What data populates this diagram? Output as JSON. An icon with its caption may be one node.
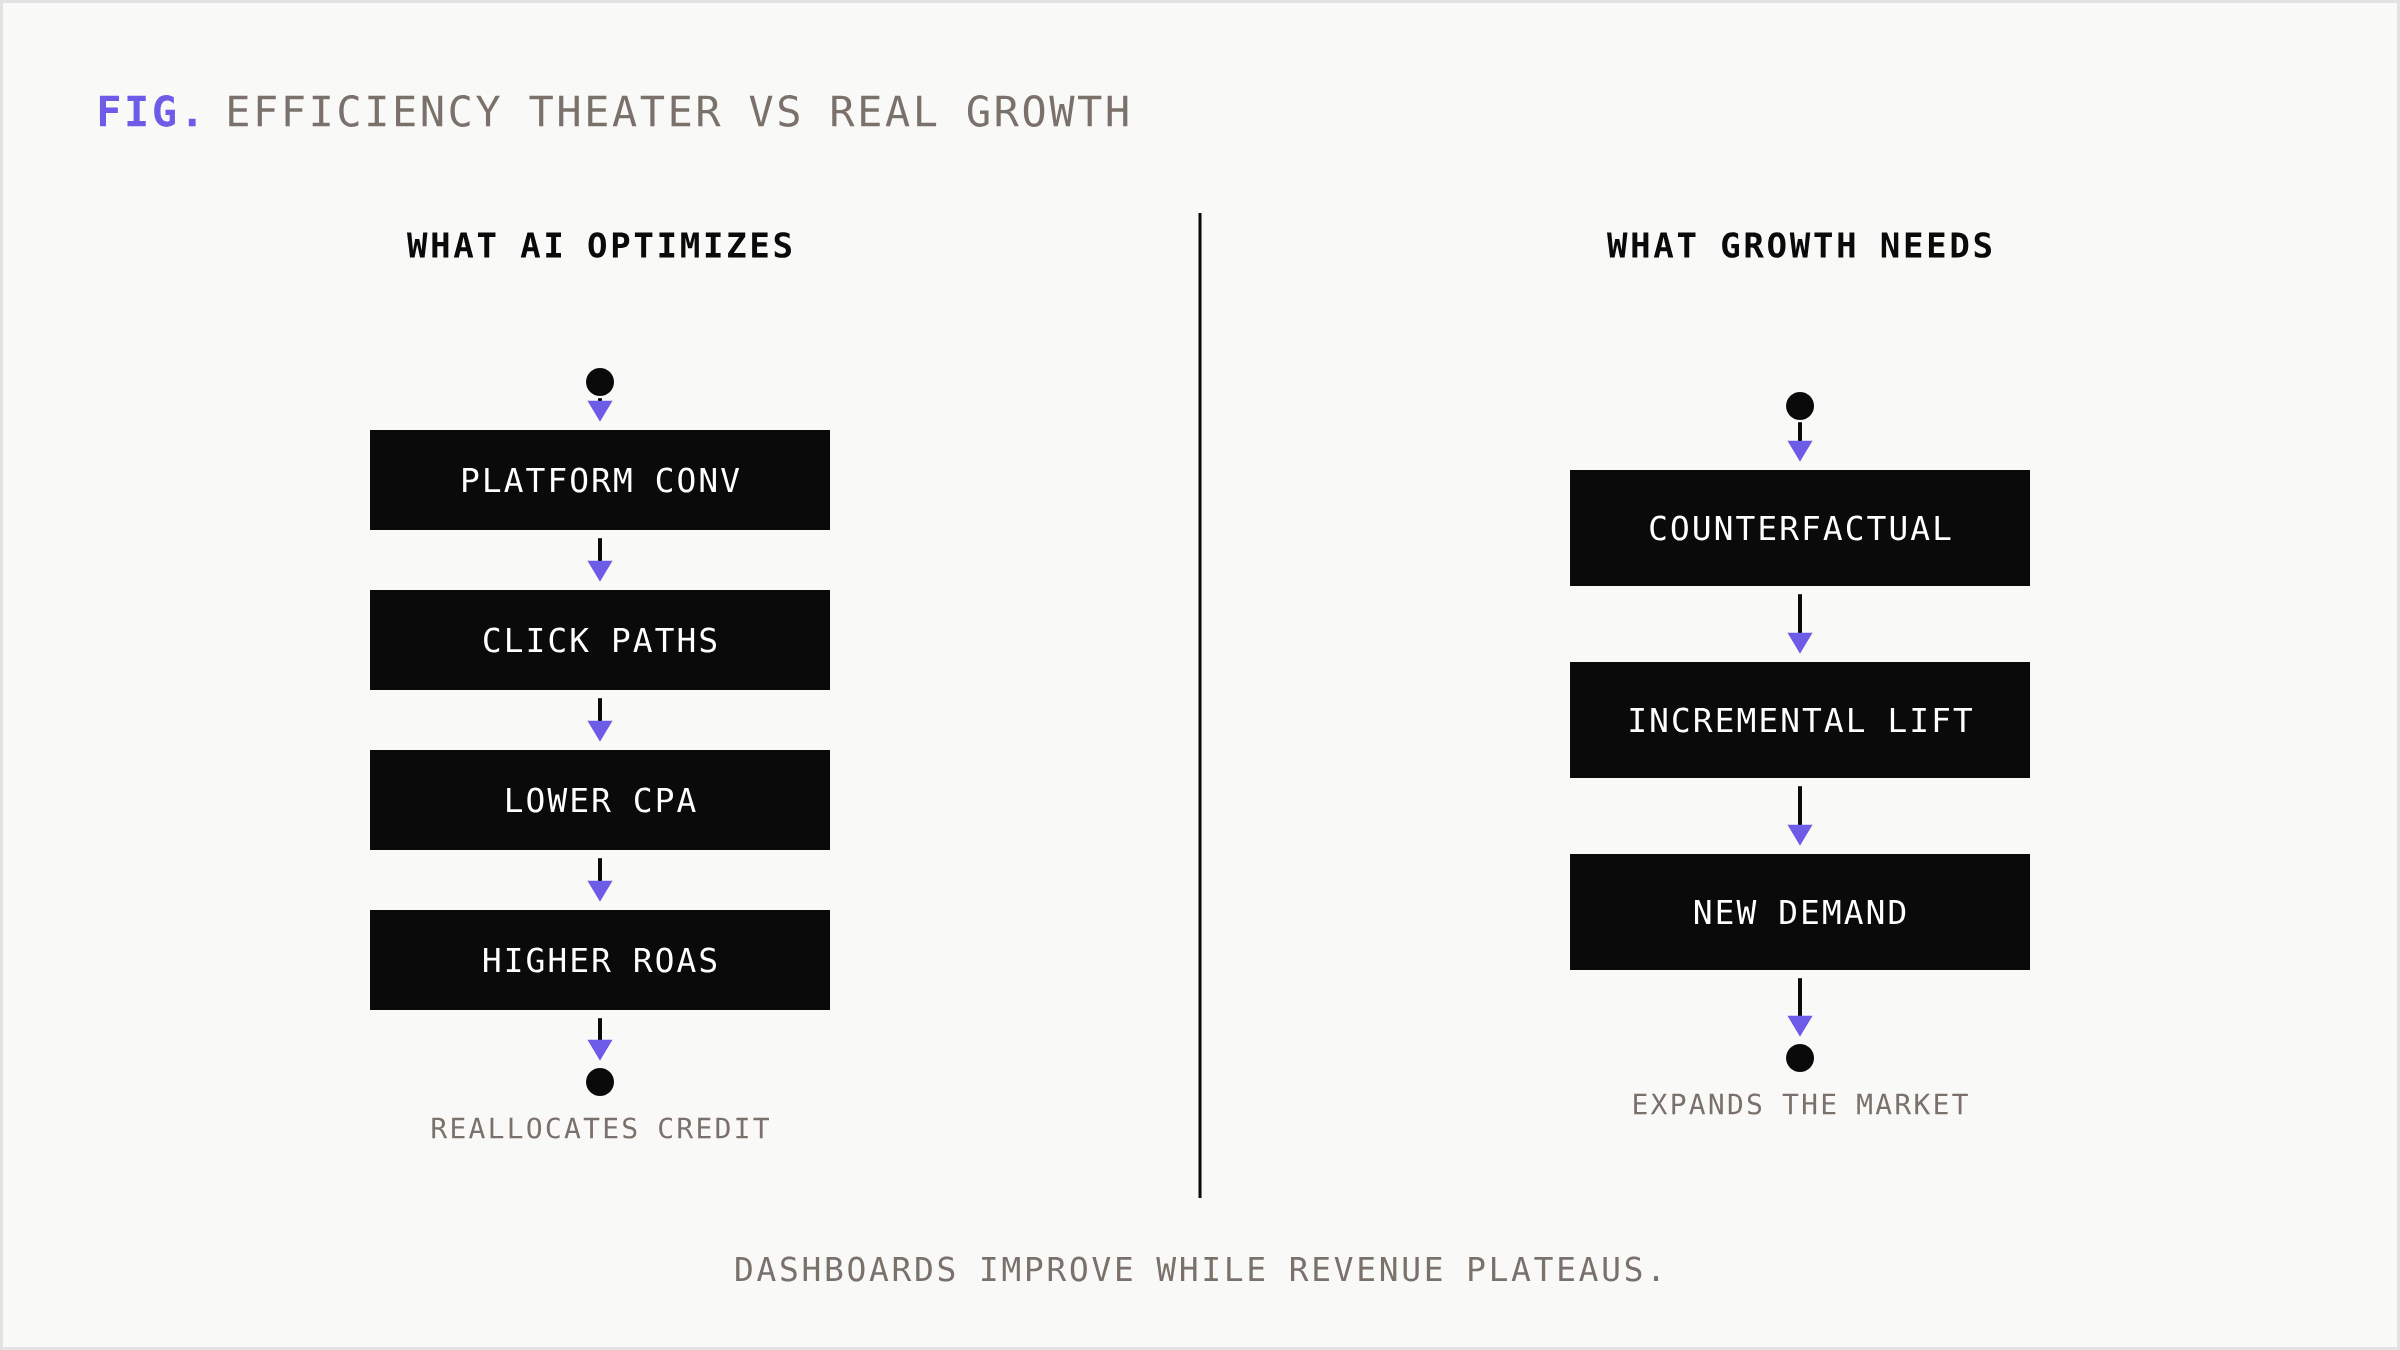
{
  "diagram": {
    "title": "EFFICIENCY THEATER VS REAL GROWTH",
    "caption": "DASHBOARDS IMPROVE WHILE REVENUE PLATEAUS.",
    "nodes": [
      {
        "text": [],
        "shape": "circle"
      },
      {
        "text": [
          "PLATFORM CONV"
        ]
      },
      {
        "text": [
          "CLICK PATHS"
        ]
      },
      {
        "text": [
          "LOWER CPA"
        ]
      },
      {
        "text": [
          "HIGHER ROAS"
        ]
      },
      {
        "text": [],
        "shape": "circle",
        "beside": [
          "REALLOCATES CREDIT"
        ]
      },
      {
        "text": [],
        "shape": "circle"
      },
      {
        "text": [
          "COUNTERFACTUAL"
        ]
      },
      {
        "text": [
          "INCREMENTAL LIFT"
        ]
      },
      {
        "text": [
          "NEW DEMAND"
        ]
      },
      {
        "text": [],
        "shape": "circle",
        "beside": [
          "EXPANDS THE MARKET"
        ]
      }
    ],
    "edges": [
      {
        "from": 0,
        "to": 1,
        "arrow": "to"
      },
      {
        "from": 1,
        "to": 2,
        "arrow": "to"
      },
      {
        "from": 2,
        "to": 3,
        "arrow": "to"
      },
      {
        "from": 3,
        "to": 4,
        "arrow": "to"
      },
      {
        "from": 4,
        "to": 5,
        "arrow": "to"
      },
      {
        "from": 6,
        "to": 7,
        "arrow": "to"
      },
      {
        "from": 7,
        "to": 8,
        "arrow": "to"
      },
      {
        "from": 8,
        "to": 9,
        "arrow": "to"
      },
      {
        "from": 9,
        "to": 10,
        "arrow": "to"
      }
    ],
    "labels": [
      "FIG.",
      "WHAT AI OPTIMIZES",
      "WHAT GROWTH NEEDS"
    ]
  }
}
